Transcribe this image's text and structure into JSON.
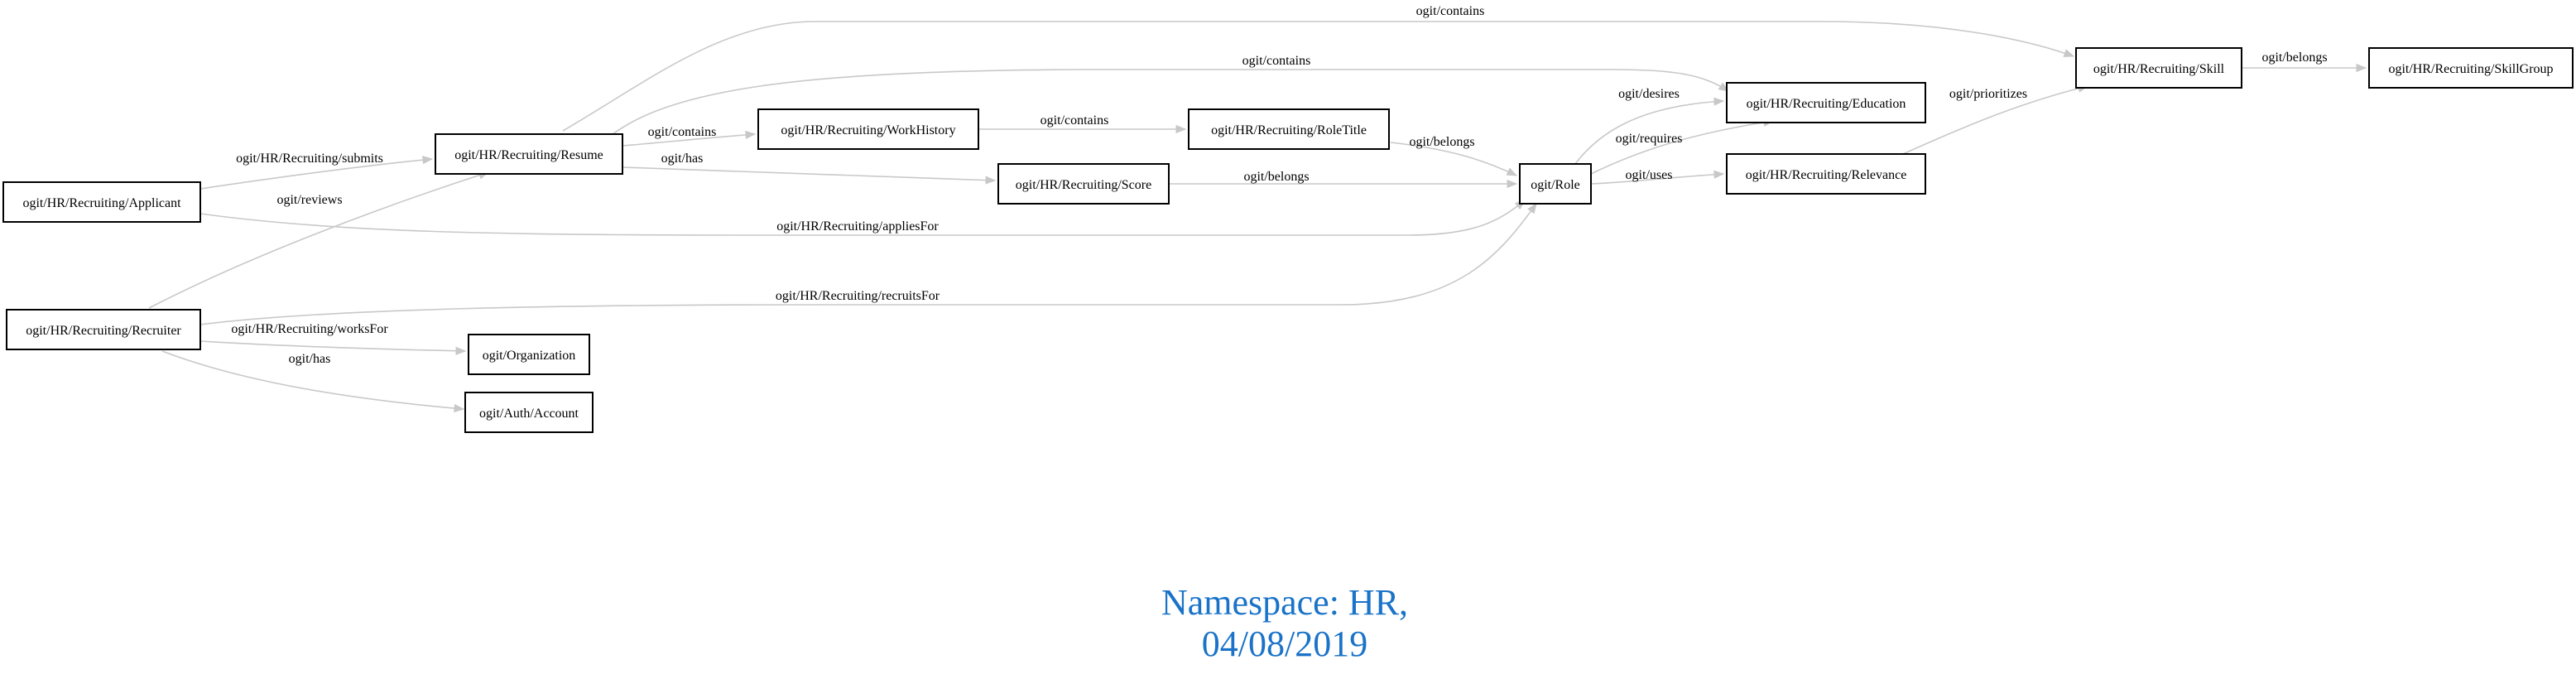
{
  "diagram": {
    "nodes": {
      "applicant": "ogit/HR/Recruiting/Applicant",
      "recruiter": "ogit/HR/Recruiting/Recruiter",
      "resume": "ogit/HR/Recruiting/Resume",
      "organization": "ogit/Organization",
      "account": "ogit/Auth/Account",
      "workhistory": "ogit/HR/Recruiting/WorkHistory",
      "score": "ogit/HR/Recruiting/Score",
      "roletitle": "ogit/HR/Recruiting/RoleTitle",
      "role": "ogit/Role",
      "education": "ogit/HR/Recruiting/Education",
      "relevance": "ogit/HR/Recruiting/Relevance",
      "skill": "ogit/HR/Recruiting/Skill",
      "skillgroup": "ogit/HR/Recruiting/SkillGroup"
    },
    "edges": {
      "submits": "ogit/HR/Recruiting/submits",
      "reviews": "ogit/reviews",
      "applies_for": "ogit/HR/Recruiting/appliesFor",
      "recruits_for": "ogit/HR/Recruiting/recruitsFor",
      "works_for": "ogit/HR/Recruiting/worksFor",
      "has_account": "ogit/has",
      "resume_contains_workhistory": "ogit/contains",
      "resume_has_score": "ogit/has",
      "resume_contains_education": "ogit/contains",
      "resume_contains_skill": "ogit/contains",
      "workhistory_contains_roletitle": "ogit/contains",
      "roletitle_belongs_role": "ogit/belongs",
      "score_belongs_role": "ogit/belongs",
      "role_desires_education": "ogit/desires",
      "role_requires_education": "ogit/requires",
      "role_uses_relevance": "ogit/uses",
      "relevance_prioritizes_skill": "ogit/prioritizes",
      "skill_belongs_skillgroup": "ogit/belongs"
    },
    "caption": {
      "line1": "Namespace: HR,",
      "line2": "04/08/2019"
    }
  },
  "colors": {
    "edge": "#c8c8c8",
    "node_border": "#000000",
    "caption": "#1a73c8"
  }
}
